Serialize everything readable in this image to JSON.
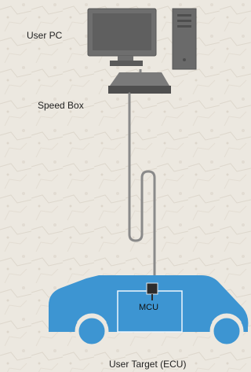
{
  "labels": {
    "user_pc": "User PC",
    "speed_box": "Speed Box",
    "mcu": "MCU",
    "user_target": "User Target (ECU)"
  },
  "colors": {
    "background": "#ece8e0",
    "device_gray": "#6e6e6e",
    "device_dark": "#4a4a4a",
    "cable": "#8a8a8a",
    "car_blue": "#3d95d2",
    "chip": "#2c2c2c"
  },
  "icons": [
    "monitor-icon",
    "computer-tower-icon",
    "speed-box-icon",
    "car-icon",
    "chip-icon"
  ]
}
